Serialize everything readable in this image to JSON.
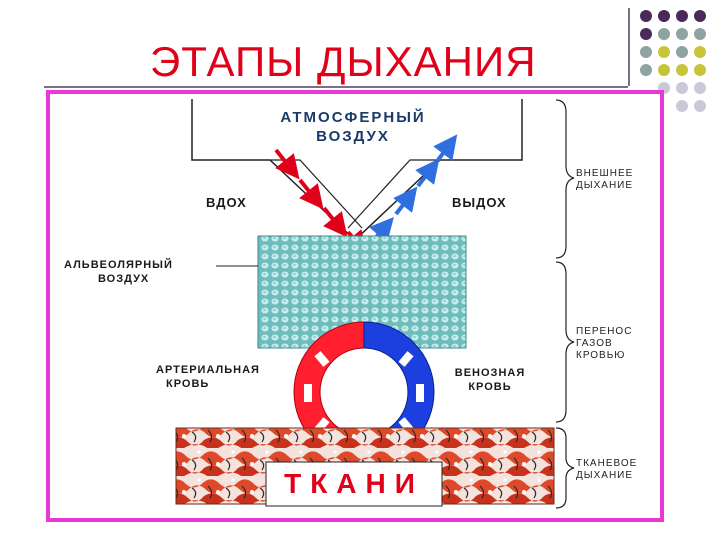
{
  "title": "ЭТАПЫ ДЫХАНИЯ",
  "colors": {
    "title": "#e0001a",
    "frame": "#e838d8",
    "arterial": "#ff1f2e",
    "venous": "#1c40e0",
    "alveoli": "#7ec8c8",
    "tissue": "#e0482a",
    "dots": [
      "#4a2a5a",
      "#8fa3a3",
      "#c8c43a",
      "#c9c9d8"
    ]
  },
  "diagram": {
    "atmosphere_line1": "АТМОСФЕРНЫЙ",
    "atmosphere_line2": "ВОЗДУХ",
    "inhale": "ВДОХ",
    "exhale": "ВЫДОХ",
    "alveolar_line1": "АЛЬВЕОЛЯРНЫЙ",
    "alveolar_line2": "ВОЗДУХ",
    "arterial_line1": "АРТЕРИАЛЬНАЯ",
    "arterial_line2": "КРОВЬ",
    "venous_line1": "ВЕНОЗНАЯ",
    "venous_line2": "КРОВЬ",
    "tissues": "ТКАНИ"
  },
  "stages": [
    {
      "line1": "ВНЕШНЕЕ",
      "line2": "ДЫХАНИЕ",
      "line3": ""
    },
    {
      "line1": "ПЕРЕНОС",
      "line2": "ГАЗОВ",
      "line3": "КРОВЬЮ"
    },
    {
      "line1": "ТКАНЕВОЕ",
      "line2": "ДЫХАНИЕ",
      "line3": ""
    }
  ]
}
